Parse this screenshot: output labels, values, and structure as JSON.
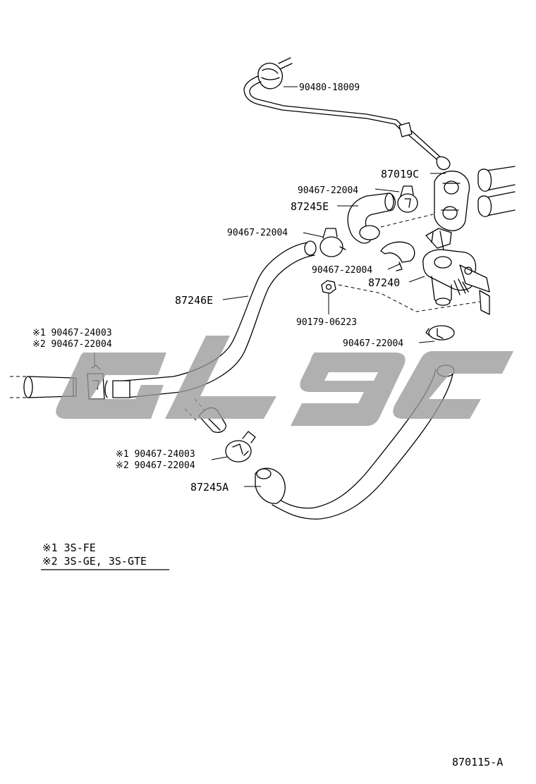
{
  "colors": {
    "ink": "#000000",
    "background": "#ffffff",
    "watermark": "#9a9a9a"
  },
  "watermark": {
    "description": "gray slanted GLGC logo watermark"
  },
  "labels": {
    "grommet_wire": "90480-18009",
    "bracket_gasket": "87019C",
    "clamp_upper": "90467-22004",
    "hose_short": "87245E",
    "clamp_left": "90467-22004",
    "clamp_valve": "90467-22004",
    "valve": "87240",
    "nut": "90179-06223",
    "clamp_right": "90467-22004",
    "hose_long": "87246E",
    "clamp_inlet_1": "※1 90467-24003",
    "clamp_inlet_2": "※2 90467-22004",
    "clamp_lower_1": "※1 90467-24003",
    "clamp_lower_2": "※2 90467-22004",
    "hose_lower": "87245A"
  },
  "legend": {
    "line1": "※1  3S-FE",
    "line2": "※2  3S-GE, 3S-GTE"
  },
  "diagram_code": "870115-A"
}
